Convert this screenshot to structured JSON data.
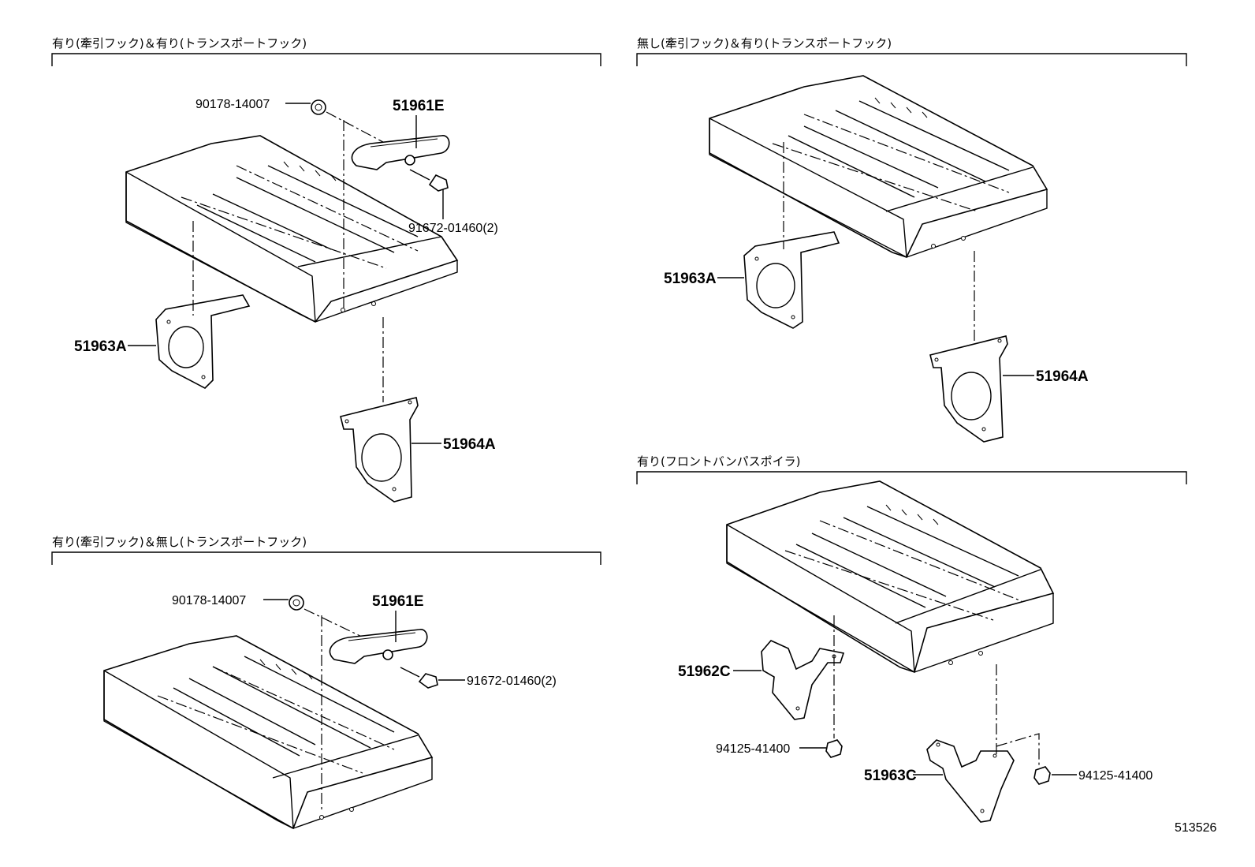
{
  "sections": [
    {
      "title": "有り(牽引フック)＆有り(トランスポートフック)"
    },
    {
      "title": "無し(牽引フック)＆有り(トランスポートフック)"
    },
    {
      "title": "有り(牽引フック)＆無し(トランスポートフック)"
    },
    {
      "title": "有り(フロントバンパスポイラ)"
    }
  ],
  "parts": {
    "s1": {
      "nut": "90178-14007",
      "hook": "51961E",
      "bolt": "91672-01460(2)",
      "bracket_l": "51963A",
      "bracket_r": "51964A"
    },
    "s2": {
      "bracket_l": "51963A",
      "bracket_r": "51964A"
    },
    "s3": {
      "nut": "90178-14007",
      "hook": "51961E",
      "bolt": "91672-01460(2)"
    },
    "s4": {
      "bracket_c": "51962C",
      "nut_a": "94125-41400",
      "bracket_c2": "51963C",
      "nut_b": "94125-41400"
    }
  },
  "figure_id": "513526"
}
